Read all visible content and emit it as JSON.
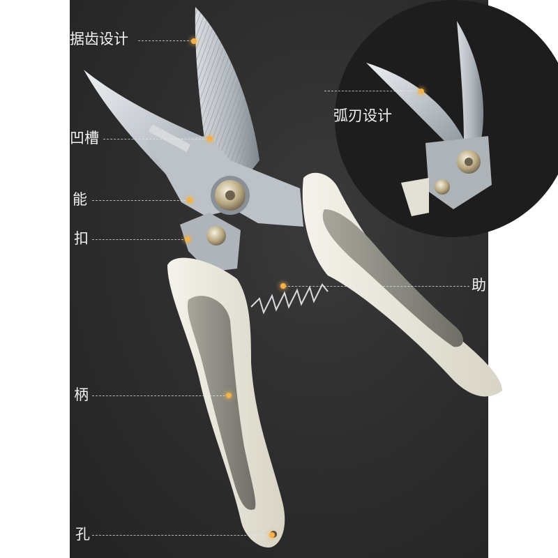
{
  "callouts": {
    "serrated_design": "据齿设计",
    "groove": "凹槽",
    "function": "能",
    "lock_buckle": "扣",
    "curved_blade_design": "弧刃设计",
    "assist_spring": "助",
    "handle": "柄",
    "hanging_hole": "孔"
  },
  "colors": {
    "background_dark": "#2c2c2d",
    "page_white": "#ffffff",
    "blade_steel": "#c9ced3",
    "handle_cream": "#e9e6dc",
    "grip_gray": "#8f8f86",
    "accent_dot": "#f2b24a"
  }
}
